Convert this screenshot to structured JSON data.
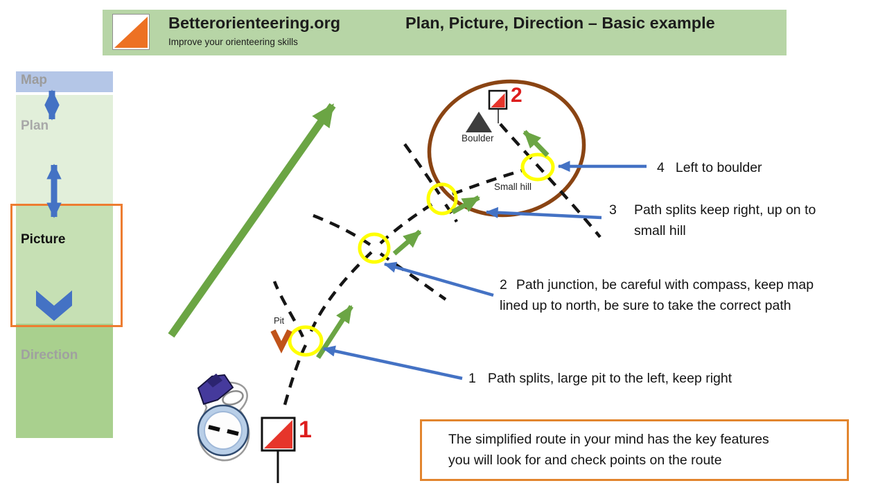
{
  "header": {
    "brand": "Betterorienteering.org",
    "tagline": "Improve your orienteering skills",
    "title": "Plan, Picture, Direction – Basic example"
  },
  "sidebar": {
    "steps": [
      {
        "label": "Map"
      },
      {
        "label": "Plan"
      },
      {
        "label": "Picture"
      },
      {
        "label": "Direction"
      }
    ],
    "active_step": "Picture"
  },
  "diagram": {
    "map_labels": {
      "pit": "Pit",
      "boulder": "Boulder",
      "small_hill": "Small hill"
    },
    "controls": [
      {
        "number": "1"
      },
      {
        "number": "2"
      }
    ],
    "annotations": [
      {
        "number": "1",
        "lines": [
          "Path splits, large pit to the left, keep right"
        ]
      },
      {
        "number": "2",
        "lines": [
          "Path junction, be careful with compass, keep map",
          "lined up to north, be sure to take the correct path"
        ]
      },
      {
        "number": "3",
        "lines": [
          "Path splits keep right, up on to",
          "small hill"
        ]
      },
      {
        "number": "4",
        "lines": [
          "Left to boulder"
        ]
      }
    ],
    "note_lines": [
      "The simplified route in your mind has the key features",
      "you will look for and check points on the route"
    ]
  },
  "icons": {
    "logo": "orienteering-control-flag-logo",
    "control_flag": "control-flag",
    "compass": "thumb-compass",
    "boulder": "boulder-triangle",
    "pit": "pit-v-symbol"
  },
  "colors": {
    "banner_green": "#b7d5a6",
    "sidebar_map_blue": "#b4c6e7",
    "sidebar_plan_green": "#e2efda",
    "sidebar_picture_green": "#c6e0b4",
    "sidebar_direction_green": "#a9d08e",
    "accent_orange": "#ed7d31",
    "arrow_blue": "#4472c4",
    "route_green": "#6ba544",
    "highlight_yellow": "#ffff00",
    "hill_brown": "#8a4413",
    "control_red": "#dd1d1d"
  }
}
